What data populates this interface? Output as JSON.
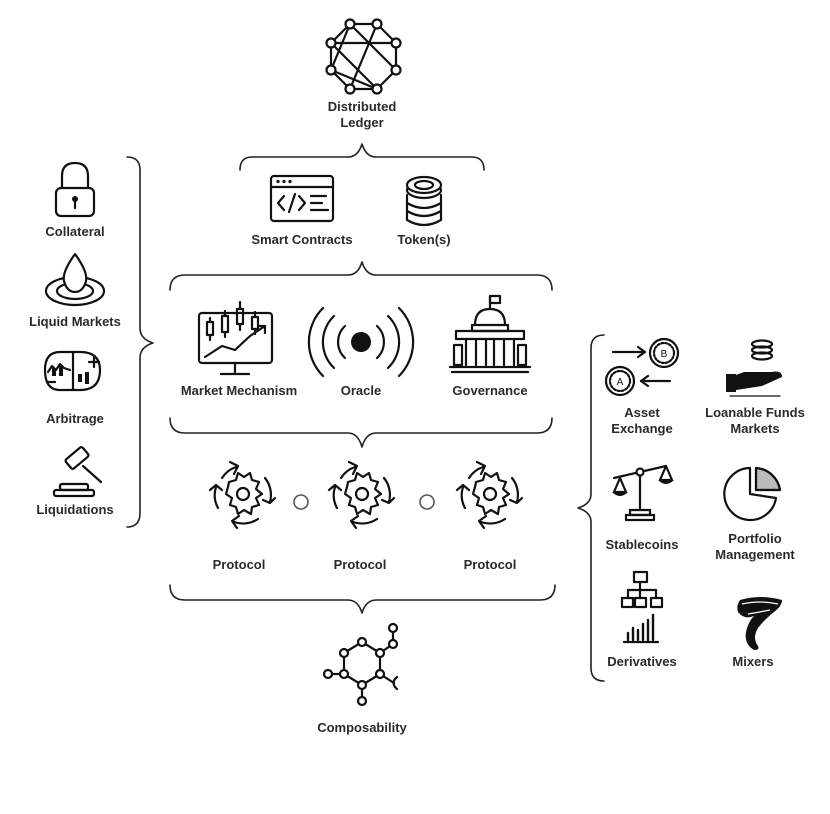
{
  "top": {
    "distributed_ledger": "Distributed\nLedger"
  },
  "layer1": {
    "smart_contracts": "Smart Contracts",
    "tokens": "Token(s)"
  },
  "layer2": {
    "market_mechanism": "Market Mechanism",
    "oracle": "Oracle",
    "governance": "Governance"
  },
  "protocols": [
    "Protocol",
    "Protocol",
    "Protocol"
  ],
  "bottom": {
    "composability": "Composability"
  },
  "left_column": [
    "Collateral",
    "Liquid Markets",
    "Arbitrage",
    "Liquidations"
  ],
  "right_column": [
    "Asset\nExchange",
    "Loanable Funds\nMarkets",
    "Stablecoins",
    "Portfolio\nManagement",
    "Derivatives",
    "Mixers"
  ],
  "coin_labels": {
    "a": "A",
    "b": "B"
  }
}
